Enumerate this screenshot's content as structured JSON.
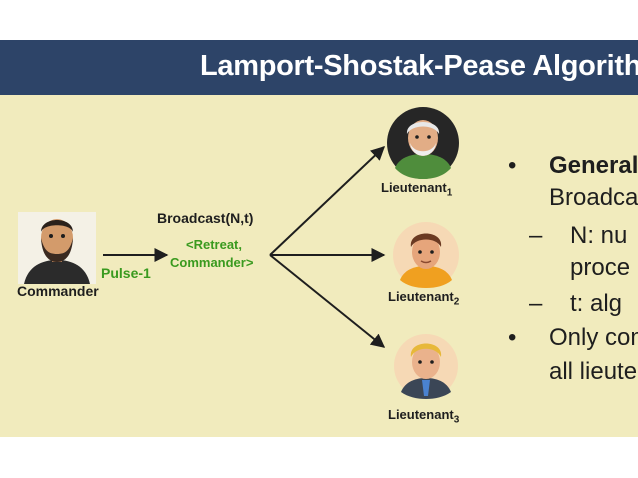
{
  "slide": {
    "title": "Lamport-Shostak-Pease Algorithm"
  },
  "diagram": {
    "commander_label": "Commander",
    "broadcast_label": "Broadcast(N,t)",
    "message_line1": "<Retreat,",
    "message_line2": "Commander>",
    "pulse_label": "Pulse-1",
    "lieutenant_base": "Lieutenant",
    "lieutenants": [
      {
        "subscript": "1"
      },
      {
        "subscript": "2"
      },
      {
        "subscript": "3"
      }
    ]
  },
  "bullets": {
    "b1_bullet": "•",
    "b1_text": "General",
    "b1_line2": "Broadcas",
    "sub1_dash": "–",
    "sub1_text": "N: nu",
    "sub1_line2": "proce",
    "sub2_dash": "–",
    "sub2_text": "t: alg",
    "b2_bullet": "•",
    "b2_text": "Only com",
    "b2_line2": "all lieuter"
  },
  "colors": {
    "title_bar": "#2d4468",
    "background": "#f1ebbd",
    "message_green": "#3a9a1f"
  }
}
